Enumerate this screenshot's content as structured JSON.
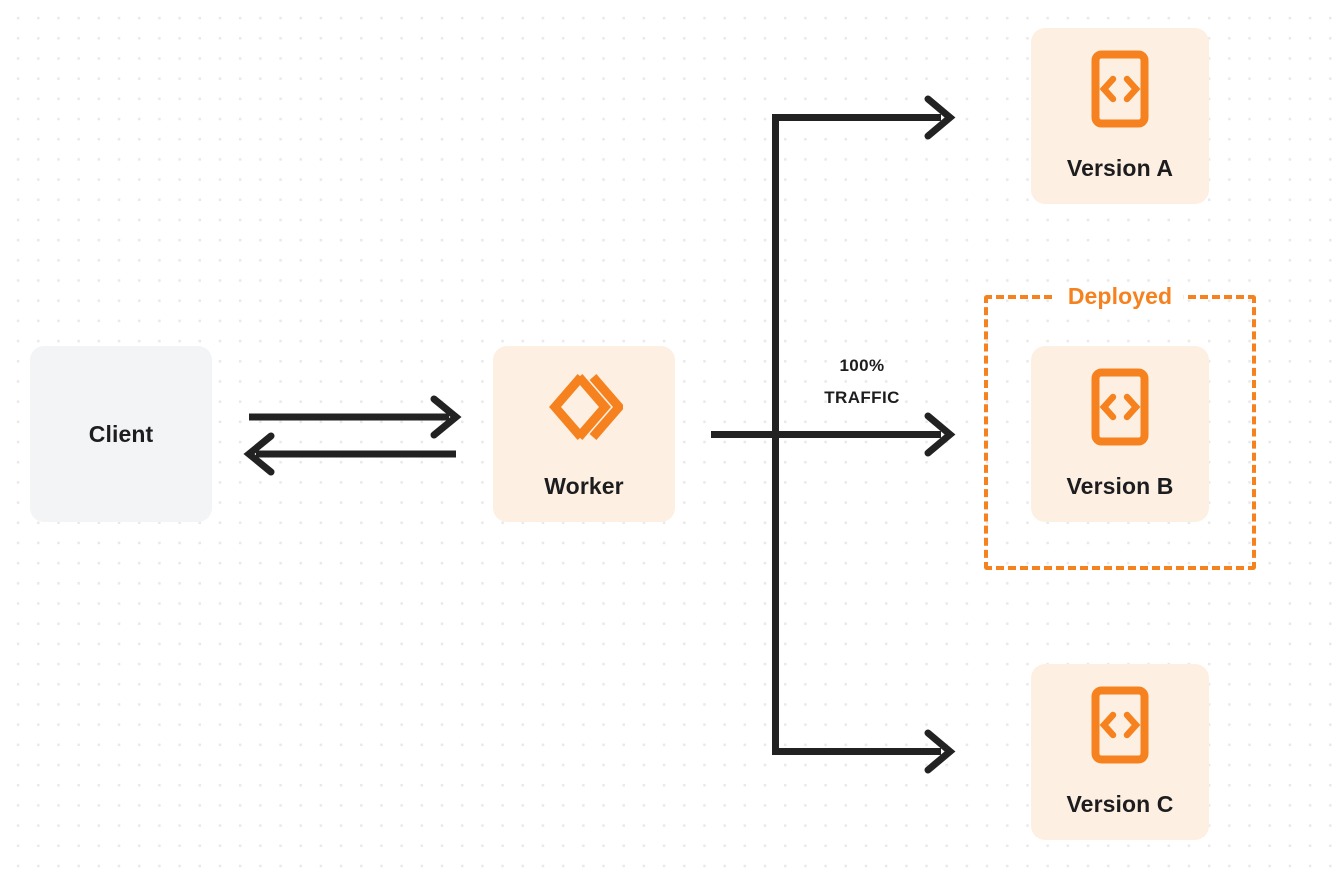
{
  "diagram": {
    "title": "Worker version traffic routing",
    "background": {
      "style": "dotted-grid",
      "dot_color": "#e9e9ec",
      "page_color": "#ffffff"
    },
    "colors": {
      "accent_orange": "#f6821f",
      "card_orange_bg": "#fdf0e2",
      "card_gray_bg": "#f3f4f6",
      "text_dark": "#1d1d1f",
      "arrow_dark": "#222222"
    }
  },
  "nodes": {
    "client": {
      "label": "Client",
      "icon": "none"
    },
    "worker": {
      "label": "Worker",
      "icon": "workers-logo-icon"
    },
    "version_a": {
      "label": "Version A",
      "icon": "code-brackets-icon"
    },
    "version_b": {
      "label": "Version B",
      "icon": "code-brackets-icon"
    },
    "version_c": {
      "label": "Version C",
      "icon": "code-brackets-icon"
    }
  },
  "groups": {
    "deployed": {
      "label": "Deployed",
      "contains": "version_b",
      "border_style": "dashed"
    }
  },
  "edges": {
    "client_to_worker": {
      "direction": "right",
      "label": ""
    },
    "worker_to_client": {
      "direction": "left",
      "label": ""
    },
    "worker_to_version_a": {
      "direction": "right",
      "label": ""
    },
    "worker_to_version_b": {
      "direction": "right",
      "label": ""
    },
    "worker_to_version_c": {
      "direction": "right",
      "label": ""
    }
  },
  "labels": {
    "traffic_percent": "100%",
    "traffic_word": "TRAFFIC"
  }
}
